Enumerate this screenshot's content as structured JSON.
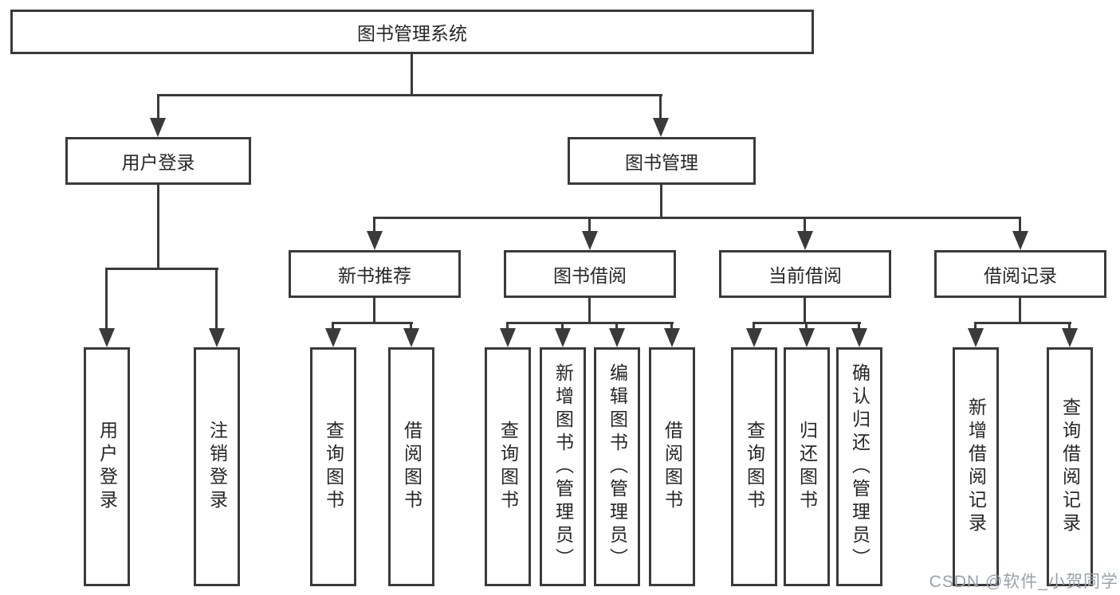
{
  "colors": {
    "line": "#3a3a3a",
    "text": "#262626",
    "background": "#ffffff",
    "watermark": "#9aa0ab"
  },
  "watermark": {
    "text": "CSDN @软件_小贺同学"
  },
  "tree": {
    "root": {
      "label": "图书管理系统",
      "children": [
        {
          "label": "用户登录",
          "children": [
            {
              "label": "用户登录"
            },
            {
              "label": "注销登录"
            }
          ]
        },
        {
          "label": "图书管理",
          "children": [
            {
              "label": "新书推荐",
              "children": [
                {
                  "label": "查询图书"
                },
                {
                  "label": "借阅图书"
                }
              ]
            },
            {
              "label": "图书借阅",
              "children": [
                {
                  "label": "查询图书"
                },
                {
                  "label": "新增图书（管理员）"
                },
                {
                  "label": "编辑图书（管理员）"
                },
                {
                  "label": "借阅图书"
                }
              ]
            },
            {
              "label": "当前借阅",
              "children": [
                {
                  "label": "查询图书"
                },
                {
                  "label": "归还图书"
                },
                {
                  "label": "确认归还（管理员）"
                }
              ]
            },
            {
              "label": "借阅记录",
              "children": [
                {
                  "label": "新增借阅记录"
                },
                {
                  "label": "查询借阅记录"
                }
              ]
            }
          ]
        }
      ]
    }
  }
}
